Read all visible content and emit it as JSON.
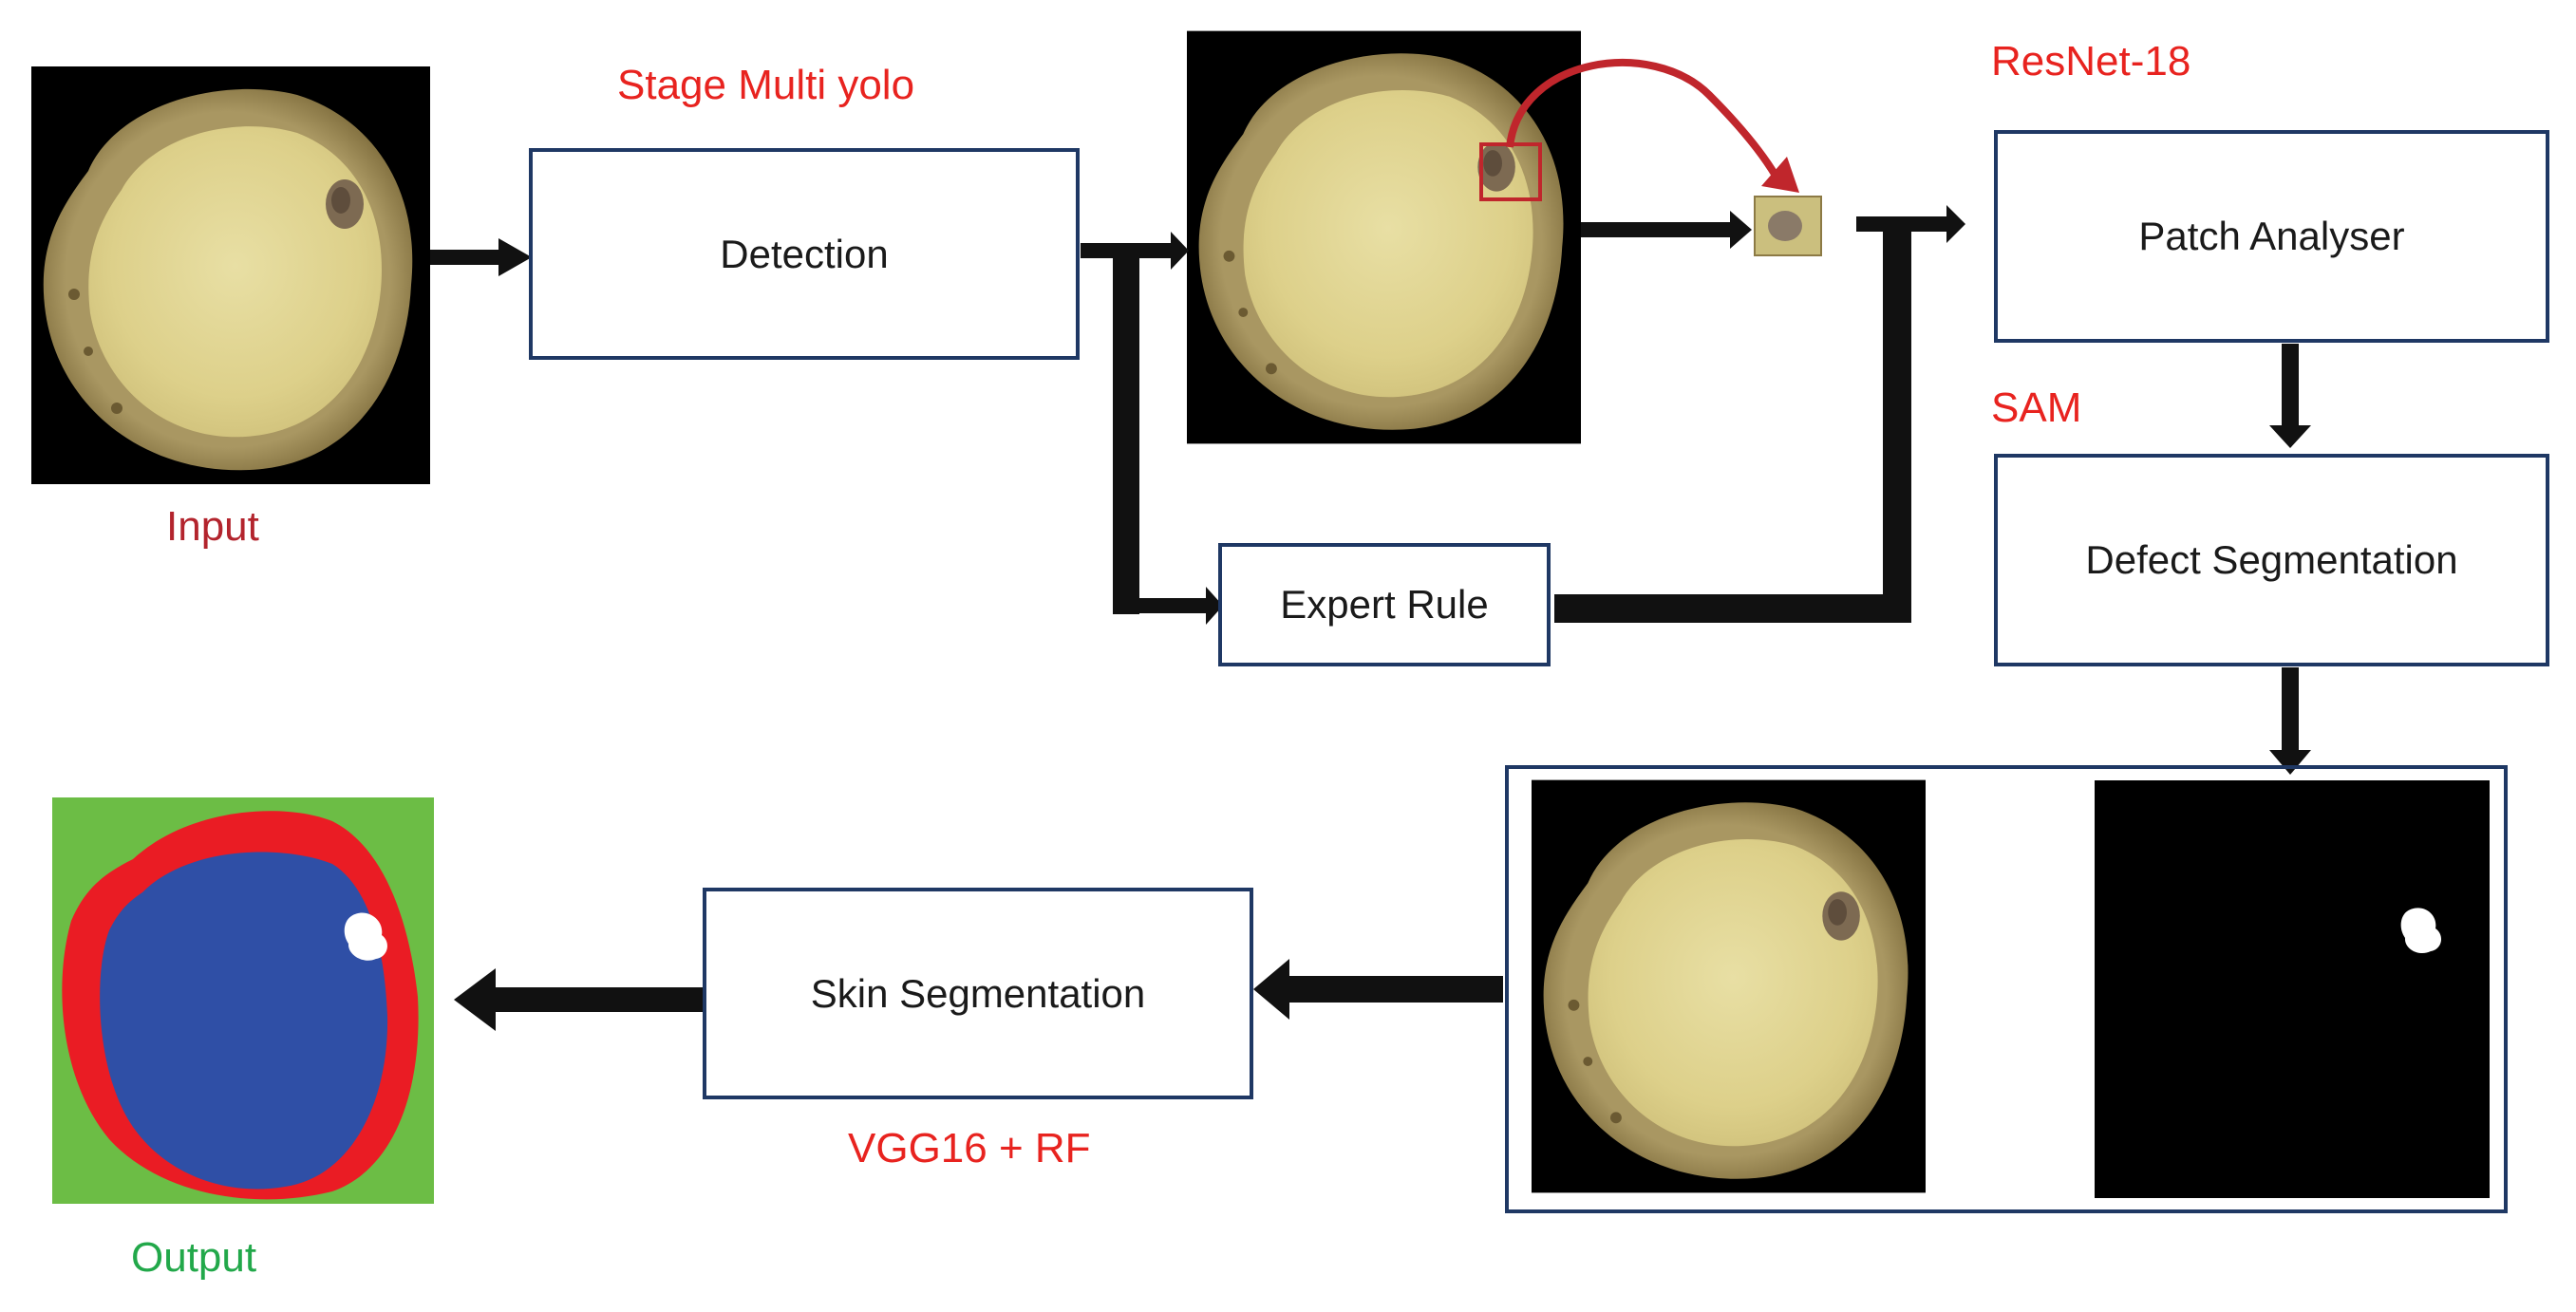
{
  "labels": {
    "input": "Input",
    "output": "Output",
    "stage_multi_yolo": "Stage Multi yolo",
    "resnet": "ResNet-18",
    "sam": "SAM",
    "vgg": "VGG16 + RF"
  },
  "boxes": {
    "detection": "Detection",
    "expert_rule": "Expert Rule",
    "patch_analyser": "Patch Analyser",
    "defect_segmentation": "Defect Segmentation",
    "skin_segmentation": "Skin Segmentation"
  },
  "colors": {
    "label_red": "#e8231f",
    "input_label": "#b3242d",
    "output_label": "#22a84a",
    "box_border": "#1f3864",
    "arrow": "#111111",
    "highlight_arrow": "#c0262c",
    "potato_flesh": "#dcd08a",
    "potato_skin": "#8c7a45",
    "mask_background": "#6cbd45",
    "mask_skin": "#ea1c24",
    "mask_flesh": "#2f4fa6",
    "mask_defect": "#ffffff"
  }
}
